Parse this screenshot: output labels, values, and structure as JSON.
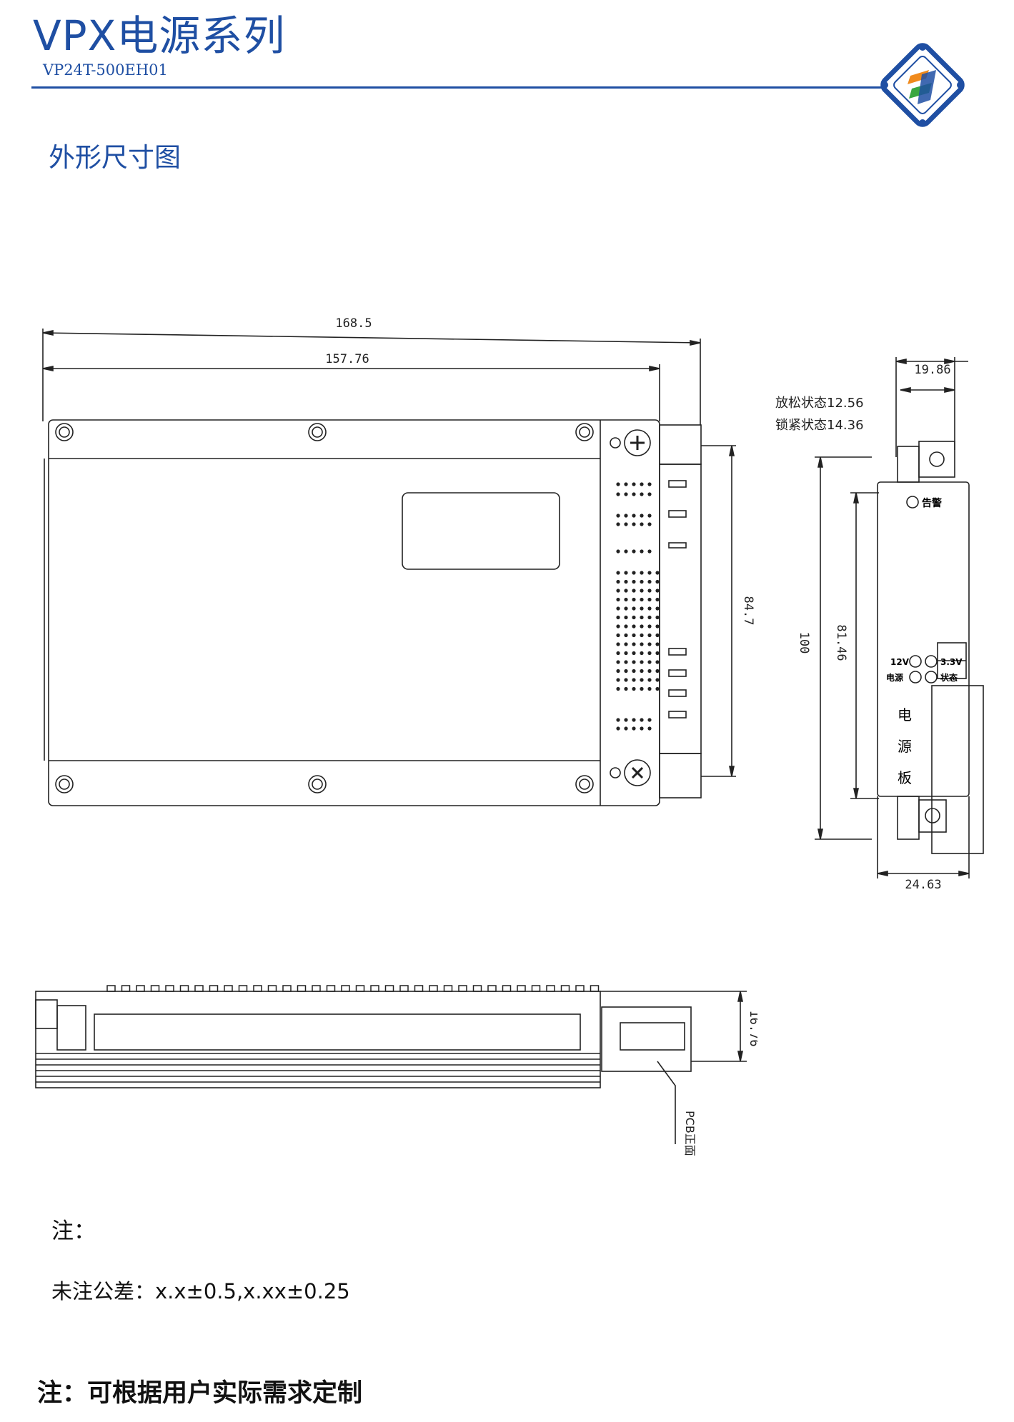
{
  "header": {
    "series_title": "VPX电源系列",
    "model_code": "VP24T-500EH01"
  },
  "section": {
    "title": "外形尺寸图"
  },
  "front_view": {
    "dim_overall_length": "168.5",
    "dim_body_length": "157.76",
    "dim_connector_height": "84.7"
  },
  "side_view": {
    "dim_depth": "19.86",
    "release_state": "放松状态12.56",
    "locked_state": "锁紧状态14.36",
    "dim_height": "100",
    "dim_panel_height": "81.46",
    "dim_width": "24.63",
    "led_alarm": "告警",
    "led_12v": "12V",
    "led_power": "电源",
    "led_3v3": "3.3V",
    "led_status": "状态",
    "panel_char_1": "电",
    "panel_char_2": "源",
    "panel_char_3": "板"
  },
  "top_view": {
    "dim_thickness": "16.76",
    "pcb_label": "PCB正面"
  },
  "notes": {
    "label": "注：",
    "tolerance": "未注公差：x.x±0.5,x.xx±0.25",
    "custom": "注：可根据用户实际需求定制"
  },
  "colors": {
    "brand_blue": "#1f4fa3",
    "logo_orange": "#f08a1c",
    "logo_green": "#3aa640"
  }
}
